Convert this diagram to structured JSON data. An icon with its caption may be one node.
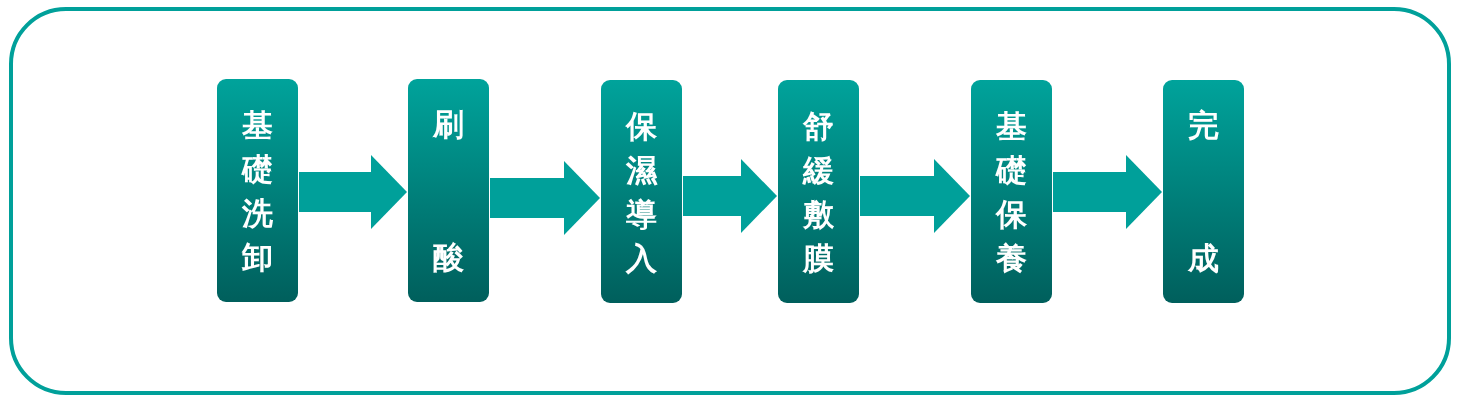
{
  "diagram": {
    "nodes": [
      {
        "text": [
          "基礎洗卸"
        ]
      },
      {
        "text": [
          "刷酸"
        ]
      },
      {
        "text": [
          "保濕導入"
        ]
      },
      {
        "text": [
          "舒緩敷膜"
        ]
      },
      {
        "text": [
          "基礎保養"
        ]
      },
      {
        "text": [
          "完成"
        ]
      }
    ],
    "edges": [
      {
        "from": 0,
        "to": 1,
        "arrow": "to"
      },
      {
        "from": 1,
        "to": 2,
        "arrow": "to"
      },
      {
        "from": 2,
        "to": 3,
        "arrow": "to"
      },
      {
        "from": 3,
        "to": 4,
        "arrow": "to"
      },
      {
        "from": 4,
        "to": 5,
        "arrow": "to"
      }
    ]
  }
}
